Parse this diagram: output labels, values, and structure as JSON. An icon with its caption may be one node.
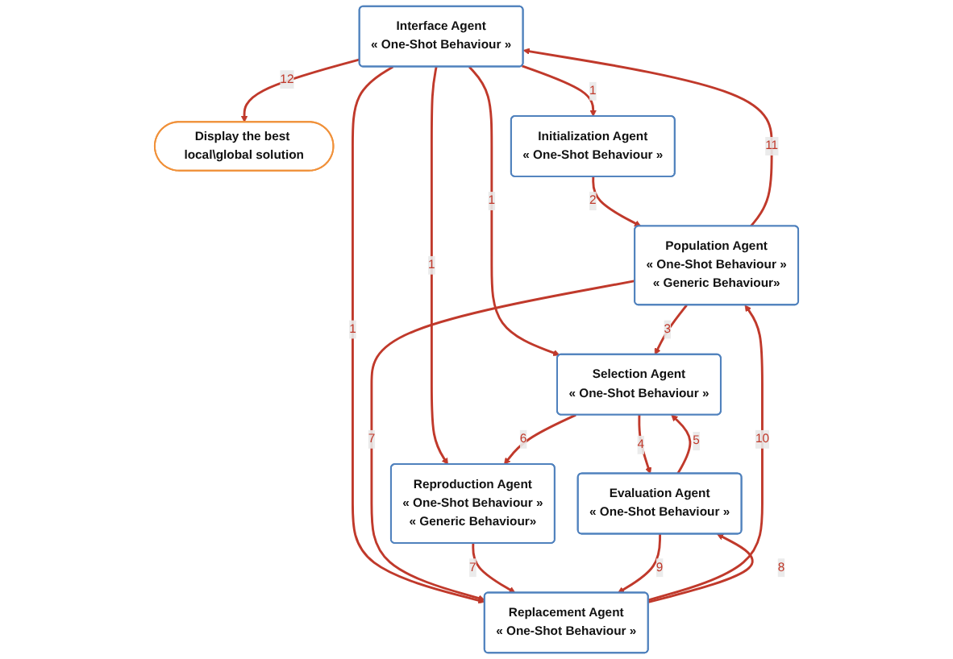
{
  "diagram": {
    "nodes": [
      {
        "text": [
          "Display the best local\\global solution"
        ]
      },
      {
        "text": [
          "Interface Agent",
          "« One-Shot Behaviour »"
        ]
      },
      {
        "text": [
          "Initialization Agent",
          "« One-Shot Behaviour »"
        ]
      },
      {
        "text": [
          "Selection Agent",
          "« One-Shot Behaviour »"
        ]
      },
      {
        "text": [
          "Population Agent",
          "« One-Shot Behaviour »",
          "« Generic Behaviour»"
        ]
      },
      {
        "text": [
          "Evaluation Agent",
          "« One-Shot Behaviour »"
        ]
      },
      {
        "text": [
          "Reproduction Agent",
          "« One-Shot Behaviour »",
          "« Generic Behaviour»"
        ]
      },
      {
        "text": [
          "Replacement Agent",
          "« One-Shot Behaviour »"
        ]
      }
    ],
    "edges": [
      {
        "from": 1,
        "to": 0,
        "arrow": "to",
        "label": "12"
      },
      {
        "from": 1,
        "to": 2,
        "arrow": "to",
        "label": "1"
      },
      {
        "from": 1,
        "to": 3,
        "arrow": "to",
        "label": "1"
      },
      {
        "from": 1,
        "to": 6,
        "arrow": "to",
        "label": "1"
      },
      {
        "from": 1,
        "to": 7,
        "arrow": "to",
        "label": "1"
      },
      {
        "from": 2,
        "to": 4,
        "arrow": "to",
        "label": "2"
      },
      {
        "from": 4,
        "to": 3,
        "arrow": "to",
        "label": "3"
      },
      {
        "from": 4,
        "to": 1,
        "arrow": "to",
        "label": "11"
      },
      {
        "from": 3,
        "to": 5,
        "arrow": "to",
        "label": "4"
      },
      {
        "from": 5,
        "to": 3,
        "arrow": "to",
        "label": "5"
      },
      {
        "from": 3,
        "to": 6,
        "arrow": "to",
        "label": "6"
      },
      {
        "from": 4,
        "to": 7,
        "arrow": "to",
        "label": "7"
      },
      {
        "from": 7,
        "to": 4,
        "arrow": "to",
        "label": "10"
      },
      {
        "from": 6,
        "to": 7,
        "arrow": "to",
        "label": "7"
      },
      {
        "from": 7,
        "to": 5,
        "arrow": "to",
        "label": "8"
      },
      {
        "from": 5,
        "to": 7,
        "arrow": "to",
        "label": "9"
      }
    ]
  }
}
